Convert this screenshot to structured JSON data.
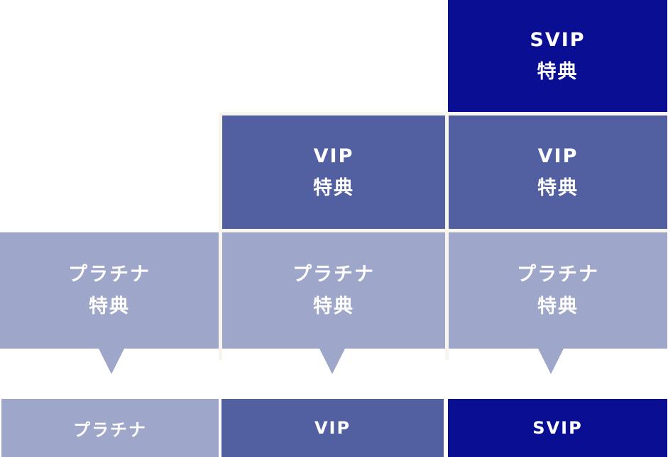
{
  "tiers": {
    "svip": {
      "name": "SVIP",
      "benefit": "特典"
    },
    "vip": {
      "name": "VIP",
      "benefit": "特典"
    },
    "platinum": {
      "name": "プラチナ",
      "benefit": "特典"
    }
  },
  "bottom_labels": [
    "プラチナ",
    "VIP",
    "SVIP"
  ],
  "colors": {
    "svip": "#0a0e92",
    "vip": "#5260a2",
    "platinum": "#9ea6c9",
    "separator": "#f8f5ef"
  }
}
